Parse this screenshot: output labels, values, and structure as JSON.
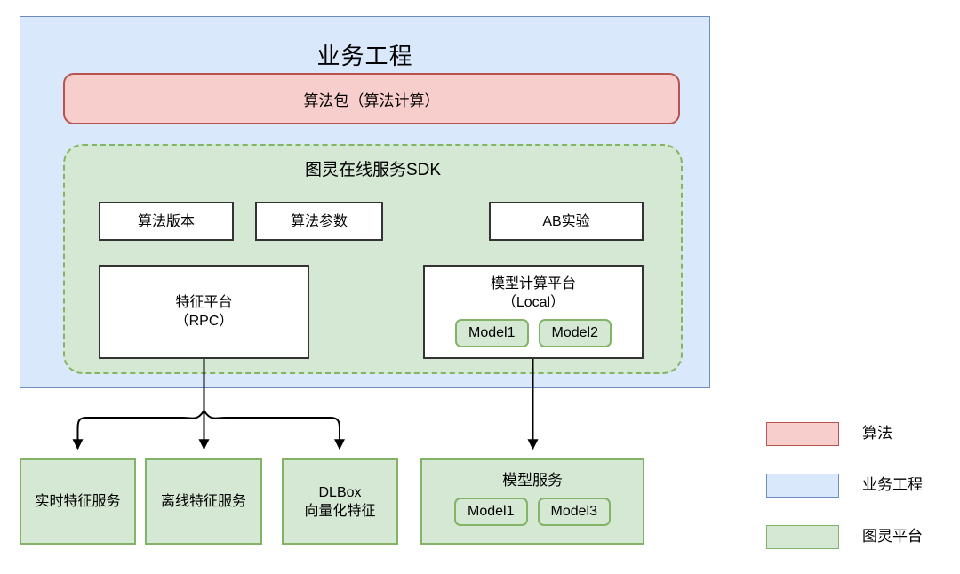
{
  "diagram": {
    "business_container": {
      "title": "业务工程",
      "fill": "#dae8fc",
      "stroke": "#6c8ebf"
    },
    "algorithm_package": {
      "label": "算法包（算法计算）",
      "fill": "#f8cecc",
      "stroke": "#b85450"
    },
    "sdk_container": {
      "title": "图灵在线服务SDK",
      "fill": "#d5e8d4",
      "stroke": "#82b366"
    },
    "sdk_top_boxes": [
      {
        "label": "算法版本"
      },
      {
        "label": "算法参数"
      },
      {
        "label": "AB实验"
      }
    ],
    "feature_platform": {
      "line1": "特征平台",
      "line2": "（RPC）"
    },
    "model_platform": {
      "line1": "模型计算平台",
      "line2": "（Local）",
      "chips": [
        "Model1",
        "Model2"
      ]
    },
    "bottom_services": [
      {
        "line1": "实时特征服务",
        "line2": ""
      },
      {
        "line1": "离线特征服务",
        "line2": ""
      },
      {
        "line1": "DLBox",
        "line2": "向量化特征"
      }
    ],
    "model_service": {
      "title": "模型服务",
      "chips": [
        "Model1",
        "Model3"
      ]
    },
    "legend": [
      {
        "label": "算法",
        "fill": "#f8cecc",
        "stroke": "#b85450"
      },
      {
        "label": "业务工程",
        "fill": "#dae8fc",
        "stroke": "#6c8ebf"
      },
      {
        "label": "图灵平台",
        "fill": "#d5e8d4",
        "stroke": "#82b366"
      }
    ]
  }
}
